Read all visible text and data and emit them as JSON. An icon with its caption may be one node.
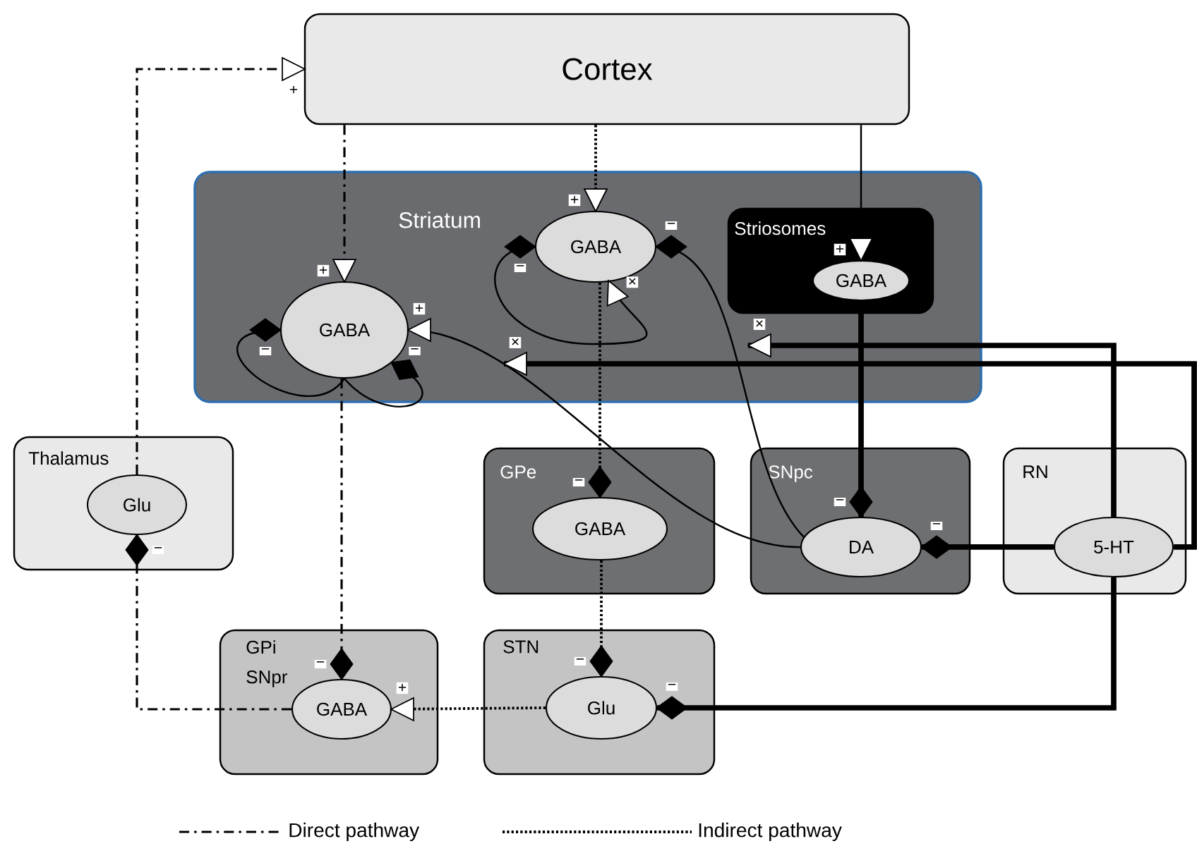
{
  "diagram": {
    "nodes": [
      {
        "text": [
          "Cortex"
        ]
      },
      {
        "text": [
          "Striatum"
        ]
      },
      {
        "text": [
          "GABA"
        ],
        "in": 1
      },
      {
        "text": [
          "GABA"
        ],
        "in": 1
      },
      {
        "text": [
          "Striosomes"
        ],
        "in": 1
      },
      {
        "text": [
          "GABA"
        ],
        "in": 4
      },
      {
        "text": [
          "Thalamus"
        ]
      },
      {
        "text": [
          "Glu"
        ],
        "in": 6
      },
      {
        "text": [
          "GPe"
        ]
      },
      {
        "text": [
          "GABA"
        ],
        "in": 8
      },
      {
        "text": [
          "SNpc"
        ]
      },
      {
        "text": [
          "DA"
        ],
        "in": 10
      },
      {
        "text": [
          "RN"
        ]
      },
      {
        "text": [
          "5-HT"
        ],
        "in": 12
      },
      {
        "text": [
          "GPi SNpr"
        ]
      },
      {
        "text": [
          "GABA"
        ],
        "in": 14
      },
      {
        "text": [
          "STN"
        ]
      },
      {
        "text": [
          "Glu"
        ],
        "in": 16
      }
    ],
    "edges": [
      {
        "from": 0,
        "to": 2,
        "arrow": "to",
        "label": "+",
        "style": "dashed"
      },
      {
        "from": 0,
        "to": 3,
        "arrow": "to",
        "label": "+",
        "style": "dashed"
      },
      {
        "from": 0,
        "to": 5,
        "arrow": "to",
        "label": "+"
      },
      {
        "from": 2,
        "to": 15,
        "arrow": "other",
        "label": "−",
        "style": "dashed"
      },
      {
        "from": 15,
        "to": 7,
        "arrow": "other",
        "label": "−",
        "style": "dashed"
      },
      {
        "from": 7,
        "to": 0,
        "arrow": "to",
        "label": "+",
        "style": "dashed"
      },
      {
        "from": 3,
        "to": 9,
        "arrow": "other",
        "label": "−",
        "style": "dashed"
      },
      {
        "from": 9,
        "to": 17,
        "arrow": "other",
        "label": "−",
        "style": "dashed"
      },
      {
        "from": 17,
        "to": 15,
        "arrow": "to",
        "label": "+",
        "style": "dashed"
      },
      {
        "from": 2,
        "to": 2,
        "arrow": "other",
        "label": "−"
      },
      {
        "from": 2,
        "to": 2,
        "arrow": "other",
        "label": "−"
      },
      {
        "from": 3,
        "to": 3,
        "arrow": "to",
        "label": "×"
      },
      {
        "from": 11,
        "to": 2,
        "arrow": "to",
        "label": "+"
      },
      {
        "from": 11,
        "to": 3,
        "arrow": "other",
        "label": "−"
      },
      {
        "from": 5,
        "to": 11,
        "arrow": "other",
        "label": "−",
        "style": "thick"
      },
      {
        "from": 13,
        "to": 11,
        "arrow": "other",
        "label": "−",
        "style": "thick"
      },
      {
        "from": 13,
        "to": 17,
        "arrow": "other",
        "label": "−",
        "style": "thick"
      },
      {
        "from": 13,
        "to": null,
        "arrow": "to",
        "label": "×",
        "style": "thick"
      },
      {
        "from": 13,
        "to": null,
        "arrow": "to",
        "label": "×",
        "style": "thick"
      }
    ],
    "labels": [
      "−"
    ],
    "legend": [
      {
        "text": "Direct pathway"
      },
      {
        "text": "Indirect pathway"
      }
    ]
  }
}
